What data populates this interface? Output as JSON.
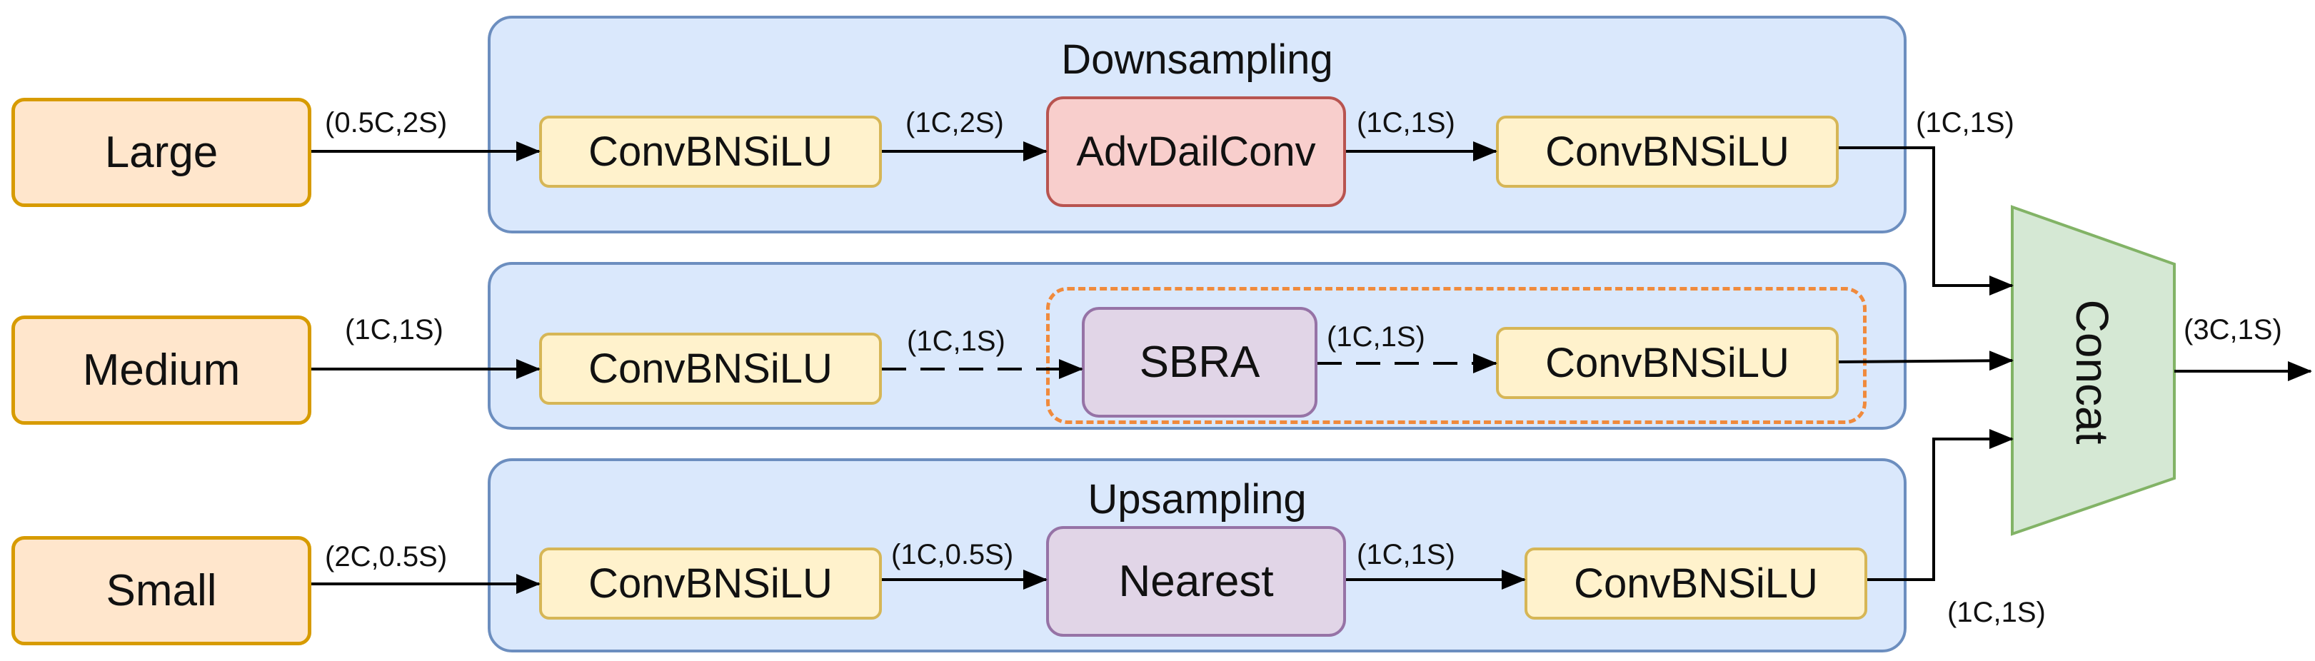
{
  "groups": {
    "downsampling": "Downsampling",
    "upsampling": "Upsampling"
  },
  "inputs": {
    "large": "Large",
    "medium": "Medium",
    "small": "Small"
  },
  "nodes": {
    "conv_top_1": "ConvBNSiLU",
    "adv": "AdvDailConv",
    "conv_top_2": "ConvBNSiLU",
    "conv_mid_1": "ConvBNSiLU",
    "sbra": "SBRA",
    "conv_mid_2": "ConvBNSiLU",
    "conv_bot_1": "ConvBNSiLU",
    "nearest": "Nearest",
    "conv_bot_2": "ConvBNSiLU",
    "concat": "Concat"
  },
  "edge_labels": {
    "large_in": "(0.5C,2S)",
    "top_conv_to_adv": "(1C,2S)",
    "top_adv_to_conv": "(1C,1S)",
    "top_out": "(1C,1S)",
    "medium_in": "(1C,1S)",
    "mid_conv_to_sbra": "(1C,1S)",
    "mid_sbra_to_conv": "(1C,1S)",
    "small_in": "(2C,0.5S)",
    "bot_conv_to_nearest": "(1C,0.5S)",
    "bot_nearest_to_conv": "(1C,1S)",
    "bot_out": "(1C,1S)",
    "concat_out": "(3C,1S)"
  },
  "colors": {
    "group_fill": "#dae8fc",
    "group_stroke": "#6c8ebf",
    "input_fill": "#ffe6cc",
    "input_stroke": "#d79b00",
    "conv_fill": "#fff2cc",
    "conv_stroke": "#d6b656",
    "adv_fill": "#f8cecc",
    "adv_stroke": "#b85450",
    "purple_fill": "#e1d5e7",
    "purple_stroke": "#9673a6",
    "concat_fill": "#d5e8d4",
    "concat_stroke": "#82b366",
    "dashed_stroke": "#f08a3c"
  }
}
